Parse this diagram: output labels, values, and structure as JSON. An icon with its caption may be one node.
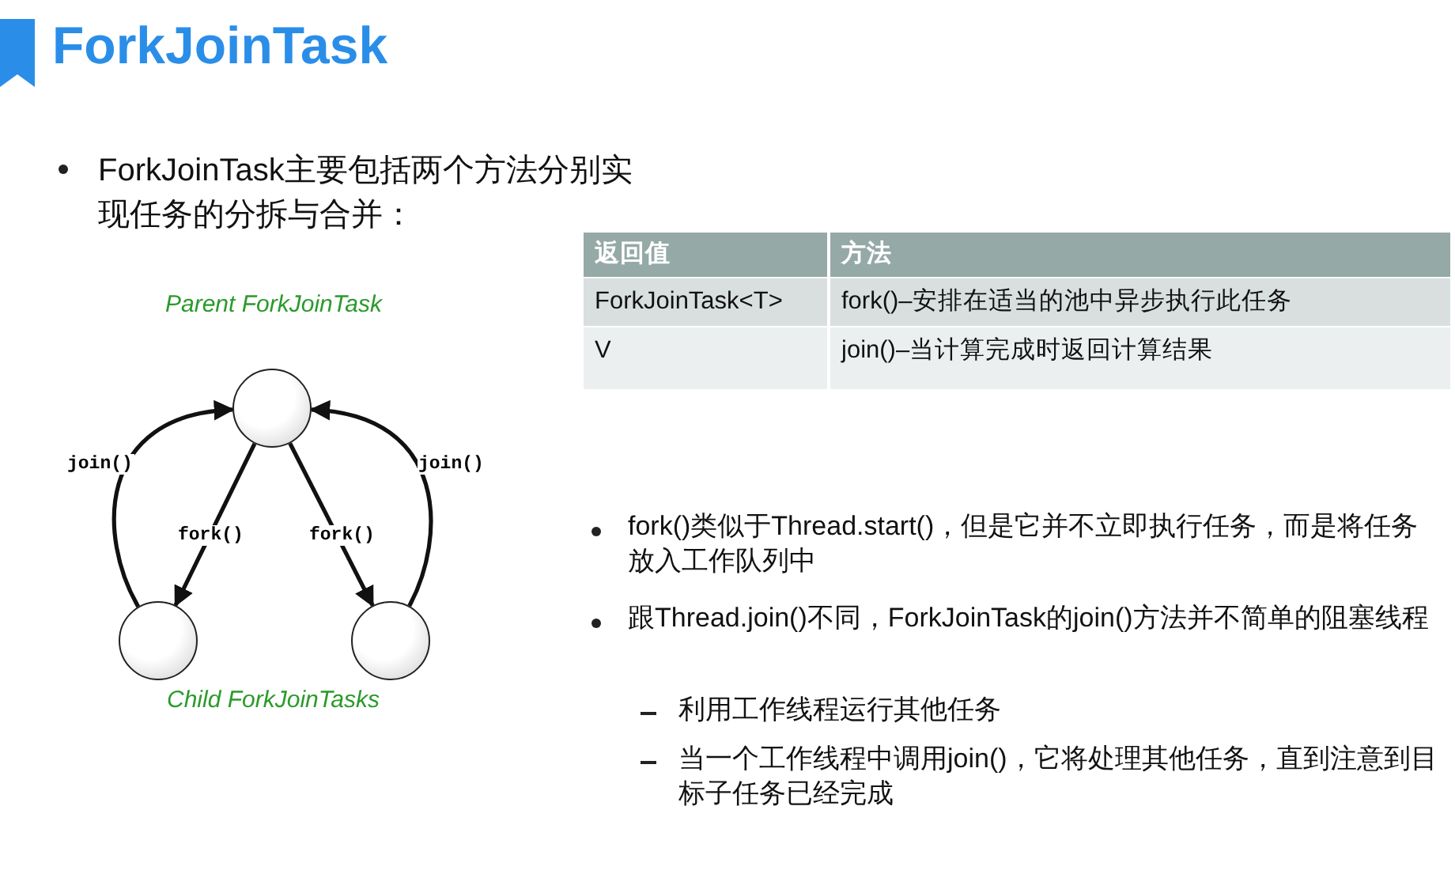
{
  "diagram": {
    "title": "ForkJoinTask",
    "nodes": [
      {
        "text": [],
        "shape": "circle",
        "beside": [
          "Parent ForkJoinTask"
        ]
      },
      {
        "text": [],
        "shape": "circle"
      },
      {
        "text": [],
        "shape": "circle"
      }
    ],
    "edges": [
      {
        "from": 0,
        "to": 1,
        "arrow": "to",
        "label": "fork()"
      },
      {
        "from": 0,
        "to": 2,
        "arrow": "to",
        "label": "fork()"
      },
      {
        "from": 1,
        "to": 0,
        "arrow": "to",
        "label": "join()"
      },
      {
        "from": 2,
        "to": 0,
        "arrow": "to",
        "label": "join()"
      }
    ],
    "labels": [
      "ForkJoinTask主要包括两个方法分别实现任务的分拆与合并：",
      "返回值",
      "方法",
      "ForkJoinTask<T>",
      "fork()–安排在适当的池中异步执行此任务",
      "V",
      "join()–当计算完成时返回计算结果",
      "Child ForkJoinTasks",
      "fork()类似于Thread.start()，但是它并不立即执行任务，而是将任务放入工作队列中",
      "跟Thread.join()不同，ForkJoinTask的join()方法并不简单的阻塞线程",
      "利用工作线程运行其他任务",
      "当一个工作线程中调用join()，它将处理其他任务，直到注意到目标子任务已经完成"
    ]
  }
}
